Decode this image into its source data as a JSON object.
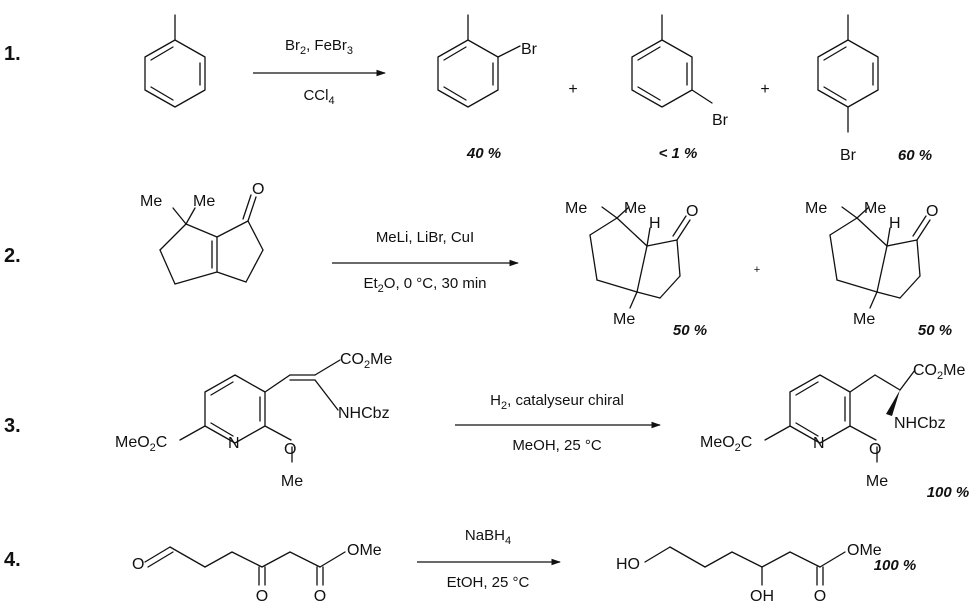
{
  "reactions": [
    {
      "number": "1.",
      "reagents": {
        "line1": {
          "t1": "Br",
          "s1": "2",
          "t2": ", FeBr",
          "s2": "3"
        },
        "line2": {
          "t1": "CCl",
          "s1": "4"
        }
      },
      "yields": [
        "40 %",
        "< 1 %",
        "60 %"
      ]
    },
    {
      "number": "2.",
      "reagents": {
        "line1": "MeLi, LiBr, CuI",
        "line2": {
          "t1": "Et",
          "s1": "2",
          "t2": "O, 0 °C, 30 min"
        }
      },
      "yields": [
        "50 %",
        "50 %"
      ]
    },
    {
      "number": "3.",
      "reagents": {
        "line1": {
          "t1": "H",
          "s1": "2",
          "t2": ", catalyseur chiral"
        },
        "line2": "MeOH, 25 °C"
      },
      "yields": [
        "100 %"
      ]
    },
    {
      "number": "4.",
      "reagents": {
        "line1": {
          "t1": "NaBH",
          "s1": "4"
        },
        "line2": "EtOH, 25 °C"
      },
      "yields": [
        "100 %"
      ]
    }
  ],
  "plus_sign": "+",
  "atoms": {
    "br": "Br",
    "me": "Me",
    "h": "H",
    "o": "O",
    "n": "N",
    "oh": "OH",
    "ho": "HO",
    "ome": "OMe",
    "nhcbz": "NHCbz",
    "co2me": {
      "t1": "CO",
      "s1": "2",
      "t2": "Me"
    },
    "meo2c": {
      "t1": "MeO",
      "s1": "2",
      "t2": "C"
    }
  }
}
